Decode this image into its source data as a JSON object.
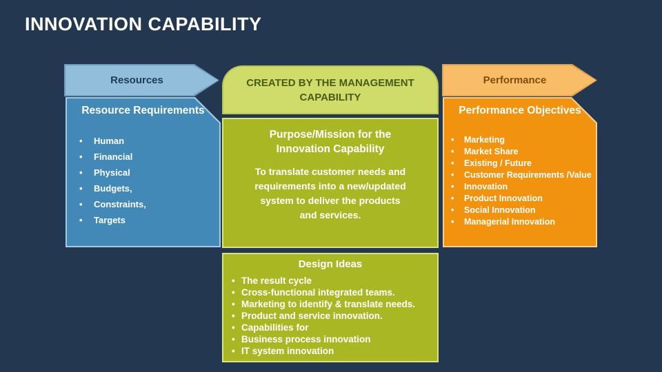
{
  "slide": {
    "title": "INNOVATION CAPABILITY"
  },
  "columns": {
    "resources": {
      "banner_label": "Resources",
      "box_title": "Resource Requirements",
      "bullets": [
        "Human",
        "Financial",
        "Physical",
        "Budgets,",
        "Constraints,",
        "Targets"
      ]
    },
    "management": {
      "banner_label": "CREATED BY THE MANAGEMENT CAPABILITY",
      "purpose_title": "Purpose/Mission for the Innovation Capability",
      "purpose_body": "To translate customer needs and requirements into a new/updated system to deliver the products and services.",
      "design_title": "Design Ideas",
      "design_bullets": [
        "The result cycle",
        "Cross-functional integrated teams.",
        "Marketing to identify & translate needs.",
        "Product and service innovation.",
        "Capabilities for",
        "Business process innovation",
        "IT system innovation"
      ]
    },
    "performance": {
      "banner_label": "Performance",
      "box_title": "Performance Objectives",
      "bullets": [
        "Marketing",
        "Market Share",
        "Existing / Future",
        "Customer Requirements /Value",
        "Innovation",
        "Product Innovation",
        "Social Innovation",
        "Managerial Innovation"
      ]
    }
  },
  "colors": {
    "background": "#233850",
    "title_text": "#ffffff",
    "resources_banner_fill": "#93bedb",
    "resources_banner_text": "#1e3a55",
    "resources_box_fill": "#4289b8",
    "resources_box_border": "#a6cbe2",
    "management_banner_fill": "#cfdc6a",
    "management_banner_text": "#4c5a17",
    "olive_box_fill": "#a9b724",
    "olive_box_border": "#dce383",
    "performance_banner_fill": "#f9bd67",
    "performance_banner_text": "#7d4e09",
    "performance_box_fill": "#f1930f",
    "performance_box_border": "#f8d093",
    "box_text": "#ffffff"
  }
}
